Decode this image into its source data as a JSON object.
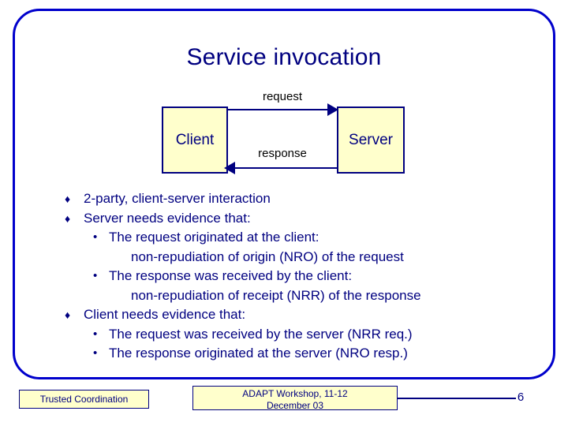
{
  "slide": {
    "title": "Service invocation",
    "page_number": "6",
    "border_color": "#0000cc",
    "text_color": "#000080",
    "box_fill": "#ffffcc"
  },
  "diagram": {
    "client_label": "Client",
    "server_label": "Server",
    "request_label": "request",
    "response_label": "response"
  },
  "body": [
    {
      "level": 1,
      "marker": "♦",
      "text": "2-party, client-server interaction"
    },
    {
      "level": 1,
      "marker": "♦",
      "text": "Server needs evidence that:"
    },
    {
      "level": 2,
      "marker": "•",
      "text": "The request originated at the client:"
    },
    {
      "level": 3,
      "marker": "",
      "text": "non-repudiation of origin (NRO) of the request"
    },
    {
      "level": 2,
      "marker": "•",
      "text": "The response was received by the client:"
    },
    {
      "level": 3,
      "marker": "",
      "text": "non-repudiation of receipt (NRR) of the response"
    },
    {
      "level": 1,
      "marker": "♦",
      "text": "Client needs evidence that:"
    },
    {
      "level": 2,
      "marker": "•",
      "text": "The request was received by the server (NRR req.)"
    },
    {
      "level": 2,
      "marker": "•",
      "text": "The response originated at the server (NRO resp.)"
    }
  ],
  "footer": {
    "left": "Trusted Coordination",
    "center_line1": "ADAPT Workshop, 11-12",
    "center_line2": "December 03"
  }
}
